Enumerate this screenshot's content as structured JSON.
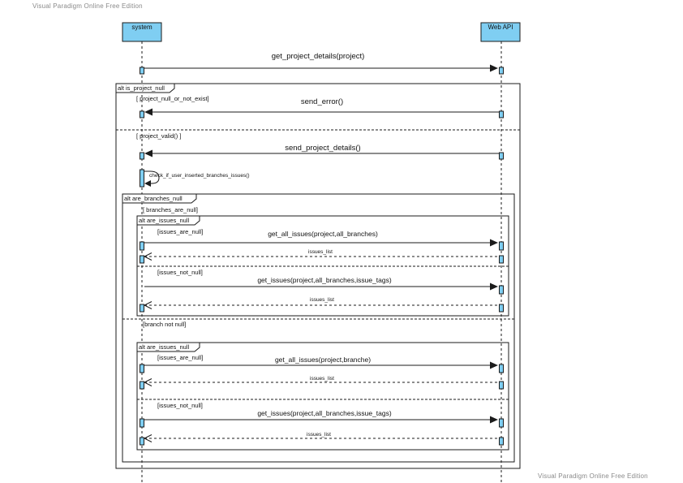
{
  "watermark": {
    "top": "Visual Paradigm Online Free Edition",
    "bottom": "Visual Paradigm Online Free Edition"
  },
  "lifelines": {
    "system": "system",
    "web_api": "Web API"
  },
  "messages": {
    "get_project_details": "get_project_details(project)",
    "send_error": "send_error()",
    "send_project_details": "send_project_details()",
    "self_check": "check_if_user_inserted_branches_issues()",
    "get_all_issues_1": "get_all_issues(project,all_branches)",
    "issues_list_1": "issues_list",
    "get_issues_1": "get_issues(project,all_branches,issue_tags)",
    "issues_list_2": "issues_list",
    "get_all_issues_2": "get_all_issues(project,branche)",
    "issues_list_3": "issues_list",
    "get_issues_2": "get_issues(project,all_branches,issue_tags)",
    "issues_list_4": "issues_list"
  },
  "fragments": {
    "outer": {
      "label": "alt is_project_null",
      "guard1": "[ project_null_or_not_exist]",
      "guard2": "[ project_valid() ]"
    },
    "branches": {
      "label": "alt are_branches_null",
      "guard1": "[ branches_are_null]",
      "guard2": "[branch not null]"
    },
    "issues_a": {
      "label": "alt are_issues_null",
      "guard1": "[issues_are_null]",
      "guard2": "[issues_not_null]"
    },
    "issues_b": {
      "label": "alt are_issues_null",
      "guard1": "[issues_are_null]",
      "guard2": "[issues_not_null]"
    }
  },
  "colors": {
    "lifeline_fill": "#7fcef2",
    "line": "#1b1b1b",
    "watermark": "#8a8a8a"
  }
}
